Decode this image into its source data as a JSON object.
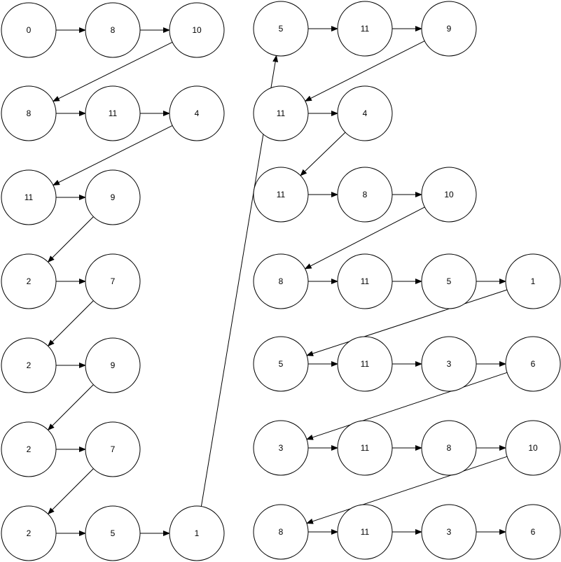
{
  "diagram": {
    "type": "node-link",
    "node_labels": [
      "0",
      "8",
      "10",
      "8",
      "11",
      "4",
      "11",
      "9",
      "2",
      "7",
      "2",
      "9",
      "2",
      "7",
      "2",
      "5",
      "1",
      "5",
      "11",
      "9",
      "11",
      "4",
      "11",
      "8",
      "10",
      "8",
      "11",
      "5",
      "1",
      "5",
      "11",
      "3",
      "6",
      "3",
      "11",
      "8",
      "10",
      "8",
      "11",
      "3",
      "6"
    ],
    "edges": [
      [
        0,
        1
      ],
      [
        1,
        2
      ],
      [
        2,
        3
      ],
      [
        3,
        4
      ],
      [
        4,
        5
      ],
      [
        5,
        6
      ],
      [
        6,
        7
      ],
      [
        7,
        8
      ],
      [
        8,
        9
      ],
      [
        9,
        10
      ],
      [
        10,
        11
      ],
      [
        11,
        12
      ],
      [
        12,
        13
      ],
      [
        13,
        14
      ],
      [
        14,
        15
      ],
      [
        15,
        16
      ],
      [
        16,
        17
      ],
      [
        17,
        18
      ],
      [
        18,
        19
      ],
      [
        19,
        20
      ],
      [
        20,
        21
      ],
      [
        21,
        22
      ],
      [
        22,
        23
      ],
      [
        23,
        24
      ],
      [
        24,
        25
      ],
      [
        25,
        26
      ],
      [
        26,
        27
      ],
      [
        27,
        28
      ],
      [
        28,
        29
      ],
      [
        29,
        30
      ],
      [
        30,
        31
      ],
      [
        31,
        32
      ],
      [
        32,
        33
      ],
      [
        33,
        34
      ],
      [
        34,
        35
      ],
      [
        35,
        36
      ],
      [
        36,
        37
      ],
      [
        37,
        38
      ],
      [
        38,
        39
      ],
      [
        39,
        40
      ]
    ],
    "colors": {
      "stroke": "#000000",
      "fill": "#ffffff",
      "text": "#000000",
      "background": "#ffffff"
    }
  }
}
